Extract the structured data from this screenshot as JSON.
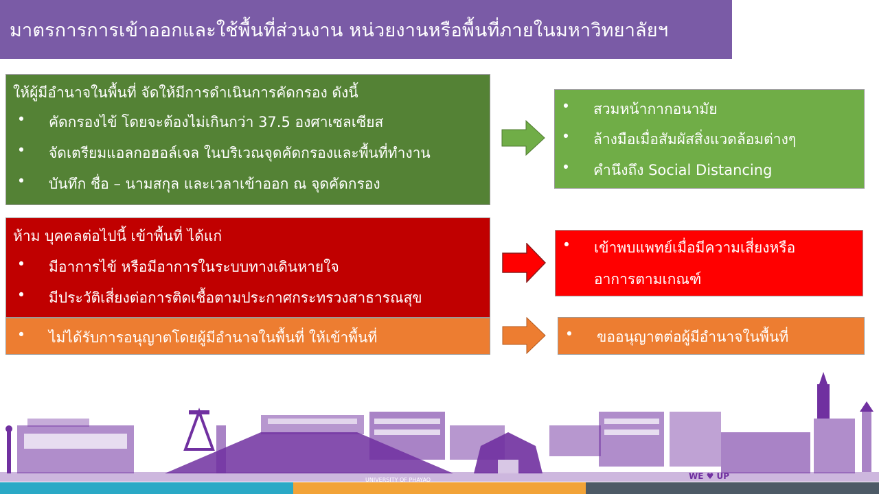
{
  "title": "มาตรการการเข้าออกและใช้พื้นที่ส่วนงาน หน่วยงานหรือพื้นที่ภายในมหาวิทยาลัยฯ",
  "colors": {
    "purple": "#7a5ba6",
    "green_dark": "#548235",
    "green_light": "#70ad47",
    "red_dark": "#c00000",
    "red": "#ff0000",
    "orange": "#ed7d31",
    "city_purple": "#7030a0",
    "footer_teal": "#2aa9c6",
    "footer_orange": "#f2a338",
    "footer_slate": "#4d5a66"
  },
  "screening": {
    "heading": "ให้ผู้มีอำนาจในพื้นที่  จัดให้มีการดำเนินการคัดกรอง  ดังนี้",
    "bullet": "•",
    "items": [
      "คัดกรองไข้ โดยจะต้องไม่เกินกว่า 37.5 องศาเซลเซียส",
      "จัดเตรียมแอลกอฮอล์เจล ในบริเวณจุดคัดกรองและพื้นที่ทำงาน",
      "บันทึก ชื่อ – นามสกุล และเวลาเข้าออก ณ จุดคัดกรอง"
    ]
  },
  "hygiene": {
    "items": [
      "สวมหน้ากากอนามัย",
      "ล้างมือเมื่อสัมผัสสิ่งแวดล้อมต่างๆ",
      "คำนึงถึง Social Distancing"
    ]
  },
  "prohibited": {
    "heading": "ห้าม  บุคคลต่อไปนี้  เข้าพื้นที่  ได้แก่",
    "items": [
      "มีอาการไข้  หรือมีอาการในระบบทางเดินหายใจ",
      "มีประวัติเสี่ยงต่อการติดเชื้อตามประกาศกระทรวงสาธารณสุข"
    ]
  },
  "doctor": {
    "lines": [
      "เข้าพบแพทย์เมื่อมีความเสี่ยงหรือ",
      "อาการตามเกณฑ์"
    ]
  },
  "no_permission": {
    "item": "ไม่ได้รับการอนุญาตโดยผู้มีอำนาจในพื้นที่  ให้เข้าพื้นที่"
  },
  "request_permission": {
    "item": "ขออนุญาตต่อผู้มีอำนาจในพื้นที่"
  },
  "skyline": {
    "sign_left": "UNIVERSITY OF PHAYAO",
    "sign_right": "WE ♥ UP"
  }
}
